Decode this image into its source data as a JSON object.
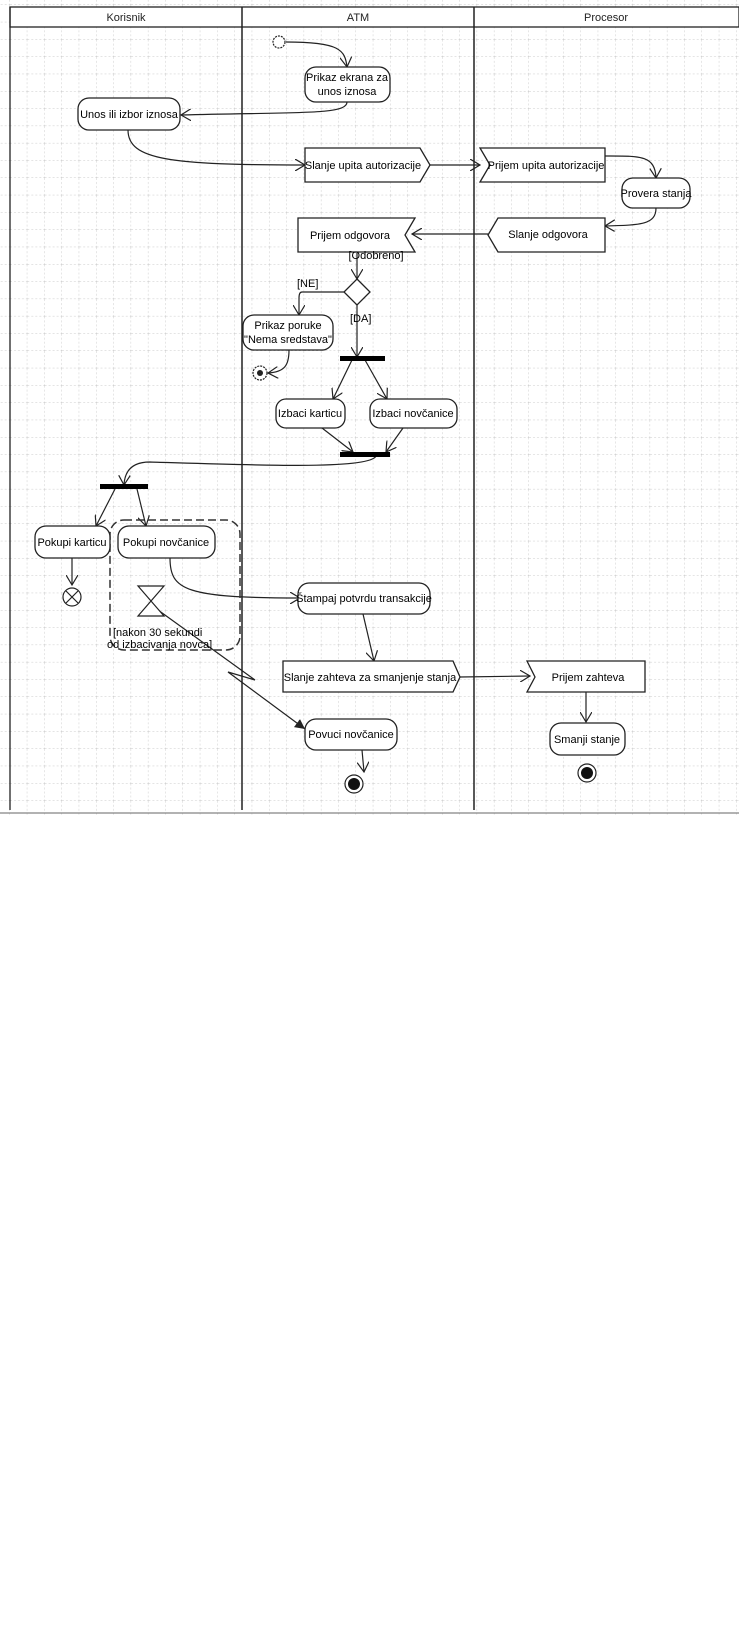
{
  "lanes": {
    "korisnik": "Korisnik",
    "atm": "ATM",
    "procesor": "Procesor"
  },
  "nodes": {
    "prikaz_ekrana": [
      "Prikaz ekrana za",
      "unos iznosa"
    ],
    "unos_iznosa": "Unos ili izbor iznosa",
    "slanje_upita": "Slanje upita autorizacije",
    "prijem_upita": "Prijem upita autorizacije",
    "provera_stanja": "Provera stanja",
    "slanje_odgovora": "Slanje odgovora",
    "prijem_odgovora": "Prijem odgovora",
    "prikaz_poruke": [
      "Prikaz poruke",
      "\"Nema sredstava\""
    ],
    "izbaci_karticu": "Izbaci karticu",
    "izbaci_novcanice": "Izbaci novčanice",
    "pokupi_karticu": "Pokupi karticu",
    "pokupi_novcanice": "Pokupi novčanice",
    "stampaj": "Štampaj potvrdu transakcije",
    "slanje_zahteva": "Slanje zahteva za smanjenje stanja",
    "prijem_zahteva": "Prijem zahteva",
    "povuci_novcanice": "Povuci novčanice",
    "smanji_stanje": "Smanji stanje"
  },
  "guards": {
    "odobreno": "[Odobreno]",
    "ne": "[NE]",
    "da": "[DA]",
    "timeout": [
      "[nakon 30 sekundi",
      "od izbacivanja novca]"
    ]
  },
  "colors": {
    "grid": "#b8b8b8",
    "line": "#222222"
  }
}
